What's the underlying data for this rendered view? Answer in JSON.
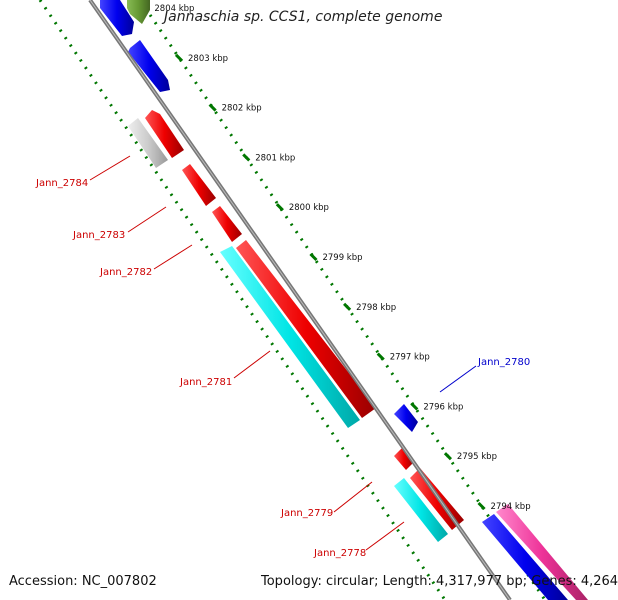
{
  "title": "Jannaschia sp. CCS1, complete genome",
  "accession": "Accession: NC_007802",
  "topology": "Topology: circular; Length: 4,317,977 bp; Genes: 4,264",
  "kbp_ticks": [
    {
      "label": "2804 kbp",
      "kbp": 2804
    },
    {
      "label": "2803 kbp",
      "kbp": 2803
    },
    {
      "label": "2802 kbp",
      "kbp": 2802
    },
    {
      "label": "2801 kbp",
      "kbp": 2801
    },
    {
      "label": "2800 kbp",
      "kbp": 2800
    },
    {
      "label": "2799 kbp",
      "kbp": 2799
    },
    {
      "label": "2798 kbp",
      "kbp": 2798
    },
    {
      "label": "2797 kbp",
      "kbp": 2797
    },
    {
      "label": "2796 kbp",
      "kbp": 2796
    },
    {
      "label": "2795 kbp",
      "kbp": 2795
    },
    {
      "label": "2794 kbp",
      "kbp": 2794
    }
  ],
  "gene_labels": [
    {
      "name": "Jann_2784",
      "color": "#cc0000"
    },
    {
      "name": "Jann_2783",
      "color": "#cc0000"
    },
    {
      "name": "Jann_2782",
      "color": "#cc0000"
    },
    {
      "name": "Jann_2781",
      "color": "#cc0000"
    },
    {
      "name": "Jann_2780",
      "color": "#0000cc"
    },
    {
      "name": "Jann_2779",
      "color": "#cc0000"
    },
    {
      "name": "Jann_2778",
      "color": "#cc0000"
    }
  ],
  "colors": {
    "backbone": "#888888",
    "tick_ring": "#007700",
    "red_gene": "#ee0000",
    "cyan_gene": "#00dddd",
    "blue_gene": "#0000ee",
    "gray_gene": "#c8c8c8",
    "olive_gene": "#669933",
    "pink_gene": "#ee3399"
  }
}
